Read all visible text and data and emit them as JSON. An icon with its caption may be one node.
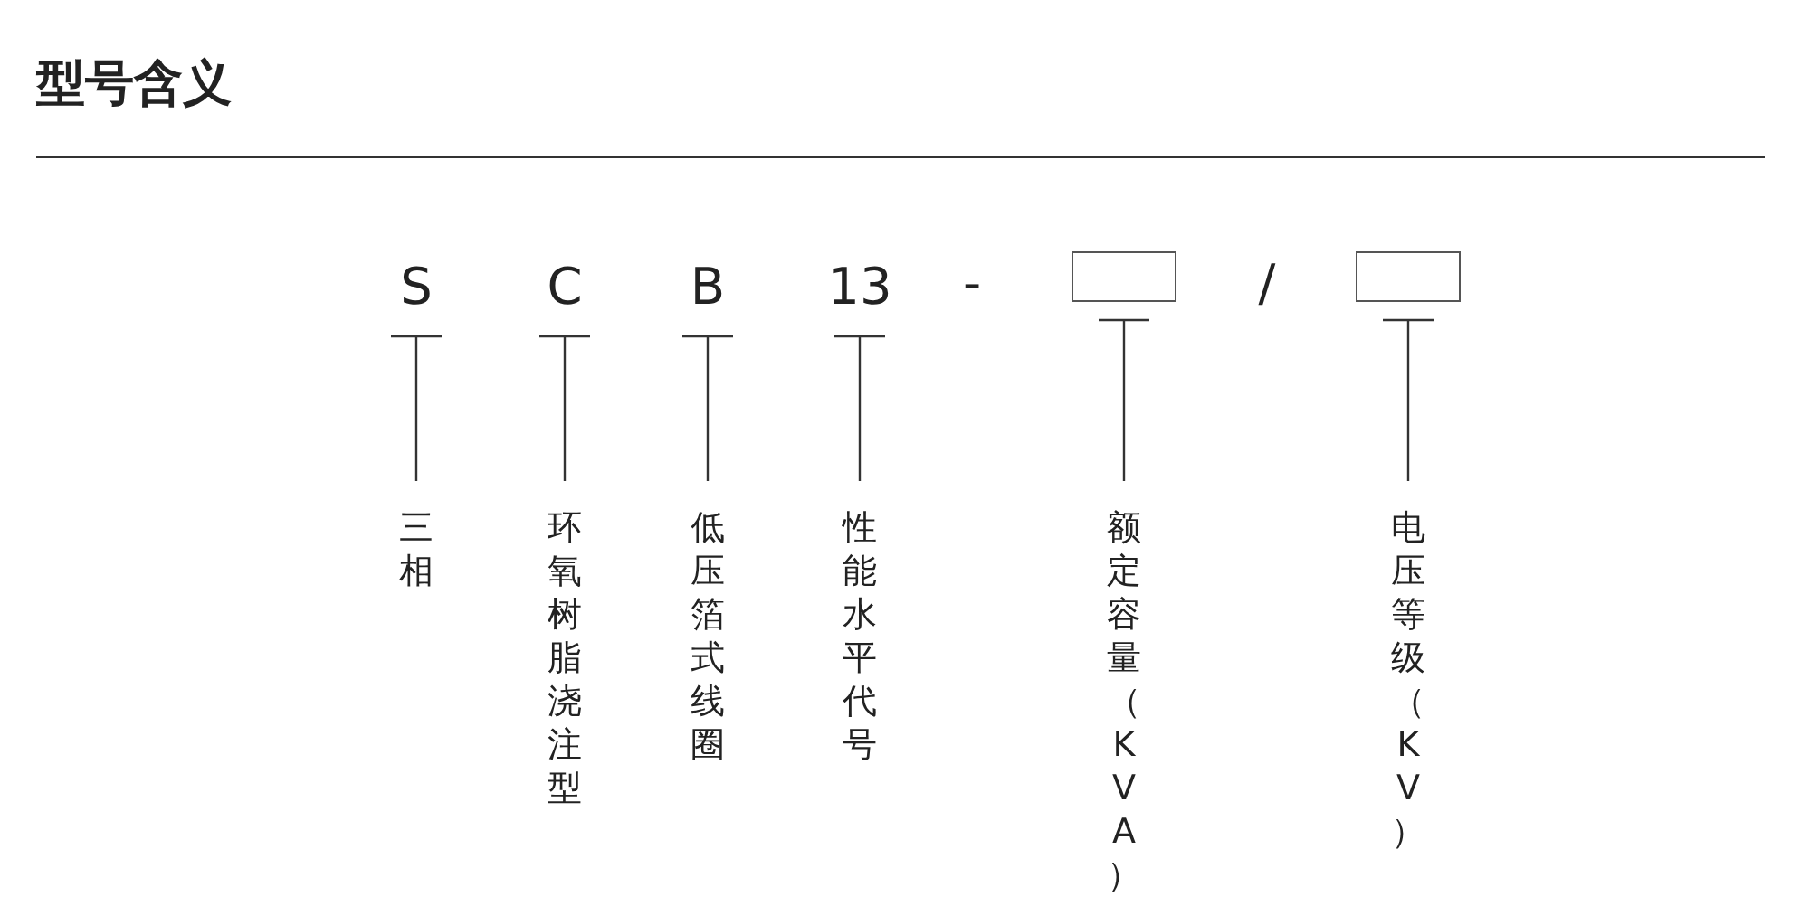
{
  "diagram": {
    "title": "型号含义",
    "nodes": [
      {
        "text": [
          "S"
        ]
      },
      {
        "text": [
          "C"
        ]
      },
      {
        "text": [
          "B"
        ]
      },
      {
        "text": [
          "13"
        ]
      },
      {
        "text": [],
        "shape": "box"
      },
      {
        "text": [],
        "shape": "box"
      },
      {
        "text": [
          "三相"
        ]
      },
      {
        "text": [
          "环氧树脂浇注型"
        ]
      },
      {
        "text": [
          "低压箔式线圈"
        ]
      },
      {
        "text": [
          "性能水平代号"
        ]
      },
      {
        "text": [
          "额定容量（KVA）"
        ]
      },
      {
        "text": [
          "电压等级（KV）"
        ]
      }
    ],
    "edges": [
      {
        "from": 0,
        "to": 6,
        "arrow": "none"
      },
      {
        "from": 1,
        "to": 7,
        "arrow": "none"
      },
      {
        "from": 2,
        "to": 8,
        "arrow": "none"
      },
      {
        "from": 3,
        "to": 9,
        "arrow": "none"
      },
      {
        "from": 4,
        "to": 10,
        "arrow": "none"
      },
      {
        "from": 5,
        "to": 11,
        "arrow": "none"
      }
    ],
    "labels": [
      "-",
      "/"
    ]
  }
}
